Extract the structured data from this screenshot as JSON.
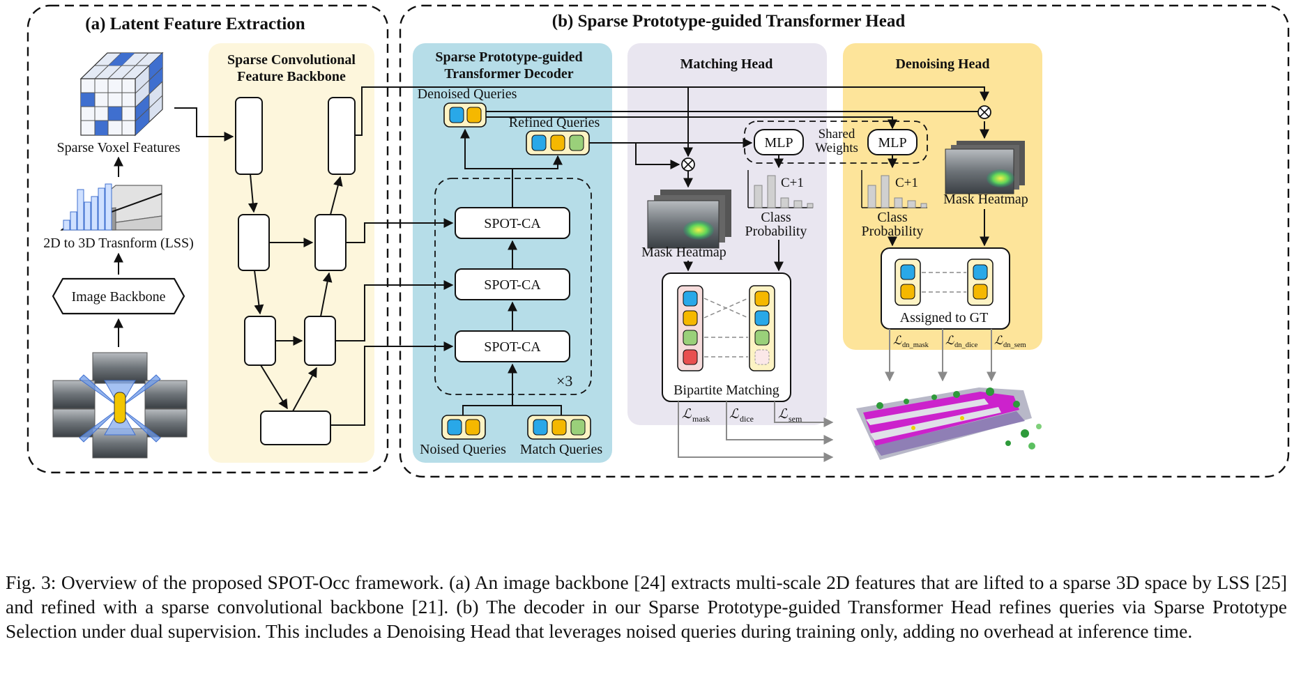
{
  "part_a": {
    "title": "(a) Latent Feature Extraction",
    "backbone_title_1": "Sparse Convolutional",
    "backbone_title_2": "Feature Backbone",
    "voxel_label": "Sparse Voxel Features",
    "lss_label": "2D to 3D Trasnform (LSS)",
    "image_backbone": "Image Backbone"
  },
  "part_b": {
    "title": "(b) Sparse Prototype-guided Transformer Head",
    "decoder_title_1": "Sparse Prototype-guided",
    "decoder_title_2": "Transformer Decoder",
    "denoised_queries": "Denoised Queries",
    "refined_queries": "Refined Queries",
    "spot_ca": "SPOT-CA",
    "repeat": "×3",
    "noised_queries": "Noised Queries",
    "match_queries": "Match Queries",
    "matching_head": "Matching Head",
    "denoising_head": "Denoising Head",
    "mlp": "MLP",
    "shared_weights_1": "Shared",
    "shared_weights_2": "Weights",
    "c_plus_1": "C+1",
    "class_prob_1": "Class",
    "class_prob_2": "Probability",
    "mask_heatmap": "Mask Heatmap",
    "bipartite_matching": "Bipartite Matching",
    "assigned_to_gt": "Assigned to GT",
    "losses": {
      "mask": "mask",
      "dice": "dice",
      "sem": "sem",
      "dn_mask": "dn_mask",
      "dn_dice": "dn_dice",
      "dn_sem": "dn_sem"
    }
  },
  "colors": {
    "backbone_bg": "#fdf6dc",
    "decoder_bg": "#b6dde8",
    "matching_bg": "#e9e6f0",
    "denoising_bg": "#fde49a",
    "query_blue": "#29a8e8",
    "query_orange": "#f5b800",
    "query_green": "#9ad07a",
    "query_red": "#e85050"
  },
  "caption": "Fig. 3: Overview of the proposed SPOT-Occ framework. (a) An image backbone [24] extracts multi-scale 2D features that are lifted to a sparse 3D space by LSS [25] and refined with a sparse convolutional backbone [21]. (b) The decoder in our Sparse Prototype-guided Transformer Head refines queries via Sparse Prototype Selection under dual supervision. This includes a Denoising Head that leverages noised queries during training only, adding no overhead at inference time."
}
